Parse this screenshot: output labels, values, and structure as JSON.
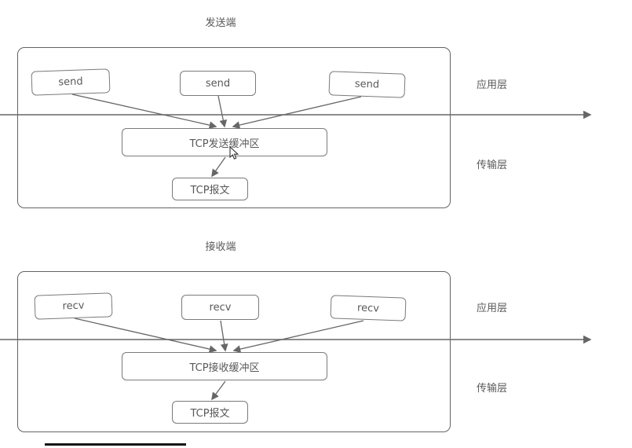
{
  "diagrams": [
    {
      "title": "发送端",
      "app_boxes": [
        "send",
        "send",
        "send"
      ],
      "buffer_label": "TCP发送缓冲区",
      "packet_label": "TCP报文",
      "app_layer_label": "应用层",
      "transport_layer_label": "传输层"
    },
    {
      "title": "接收端",
      "app_boxes": [
        "recv",
        "recv",
        "recv"
      ],
      "buffer_label": "TCP接收缓冲区",
      "packet_label": "TCP报文",
      "app_layer_label": "应用层",
      "transport_layer_label": "传输层"
    }
  ],
  "colors": {
    "line": "#666666",
    "box_border": "#7a7a7a",
    "text": "#595959"
  }
}
